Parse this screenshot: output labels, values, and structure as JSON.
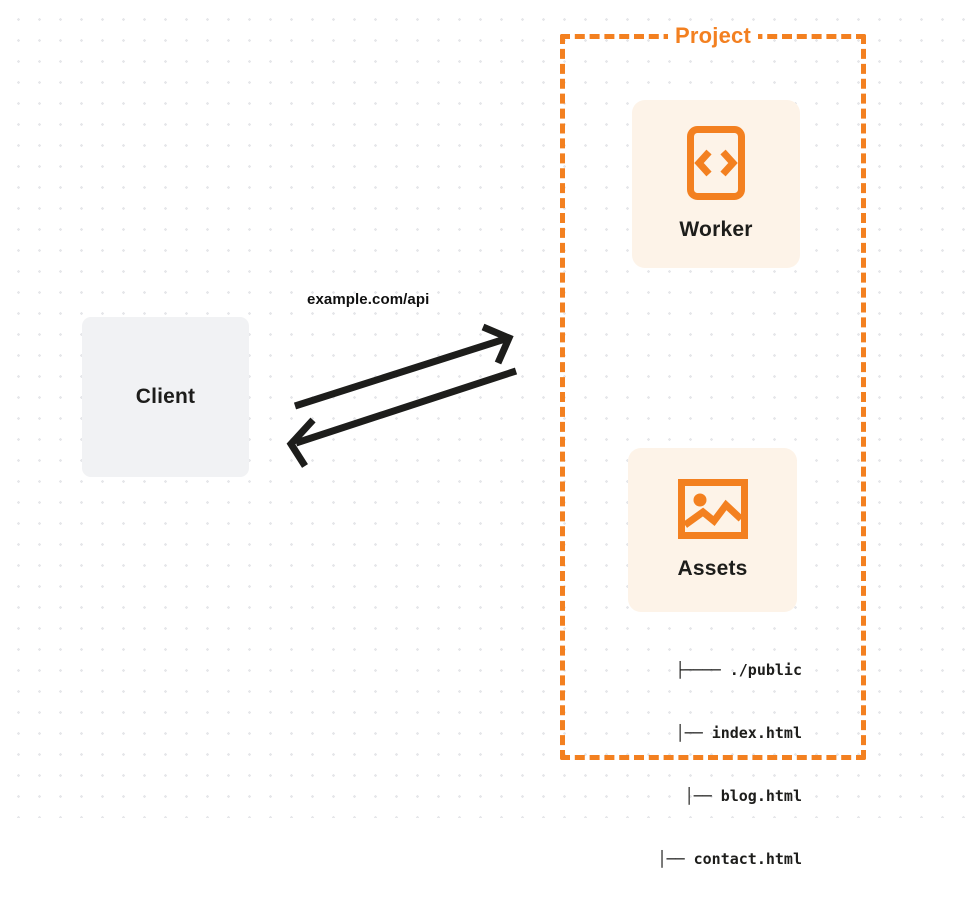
{
  "diagram": {
    "title": "Client to Cloudflare Worker and Assets request flow",
    "colors": {
      "accent": "#f38020",
      "card_bg": "#fdf3e8",
      "client_bg": "#f1f2f4",
      "text": "#1d1d1b",
      "arrow": "#1d1d1b",
      "dot_grid": "#e6e7ea"
    }
  },
  "client": {
    "label": "Client"
  },
  "connection": {
    "request_label": "example.com/api",
    "request_arrow_name": "request-arrow",
    "response_arrow_name": "response-arrow"
  },
  "project": {
    "title": "Project",
    "cards": [
      {
        "label": "Worker",
        "icon": "code-file-icon"
      },
      {
        "label": "Assets",
        "icon": "image-icon"
      }
    ]
  },
  "file_tree": {
    "rows": [
      {
        "connector": "├────",
        "name": "./public"
      },
      {
        "connector": "│──",
        "name": "index.html"
      },
      {
        "connector": "│──",
        "name": "blog.html"
      },
      {
        "connector": "│──",
        "name": "contact.html"
      }
    ]
  }
}
